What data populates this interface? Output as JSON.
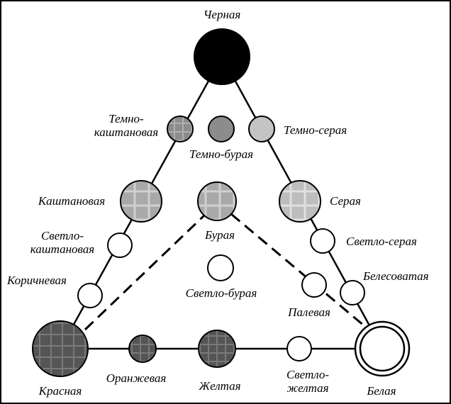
{
  "diagram": {
    "labels": {
      "chernaya": "Черная",
      "temno_kasht_1": "Темно-",
      "temno_kasht_2": "каштановая",
      "temno_buraya": "Темно-бурая",
      "temno_seraya": "Темно-серая",
      "kashtanovaya": "Каштановая",
      "buraya": "Бурая",
      "seraya": "Серая",
      "svetlo_kasht_1": "Светло-",
      "svetlo_kasht_2": "каштановая",
      "svetlo_seraya": "Светло-серая",
      "korichnevaya": "Коричневая",
      "svetlo_buraya": "Светло-бурая",
      "belesovataya": "Белесоватая",
      "palevaya": "Палевая",
      "krasnaya": "Красная",
      "oranzhevaya": "Оранжевая",
      "zheltaya": "Желтая",
      "svetlo_zh_1": "Светло-",
      "svetlo_zh_2": "желтая",
      "belaya": "Белая"
    },
    "colors": {
      "black": "#000000",
      "dark_gray": "#555555",
      "medium_gray": "#8c8c8c",
      "light_gray": "#c4c4c4",
      "white": "#ffffff"
    }
  }
}
